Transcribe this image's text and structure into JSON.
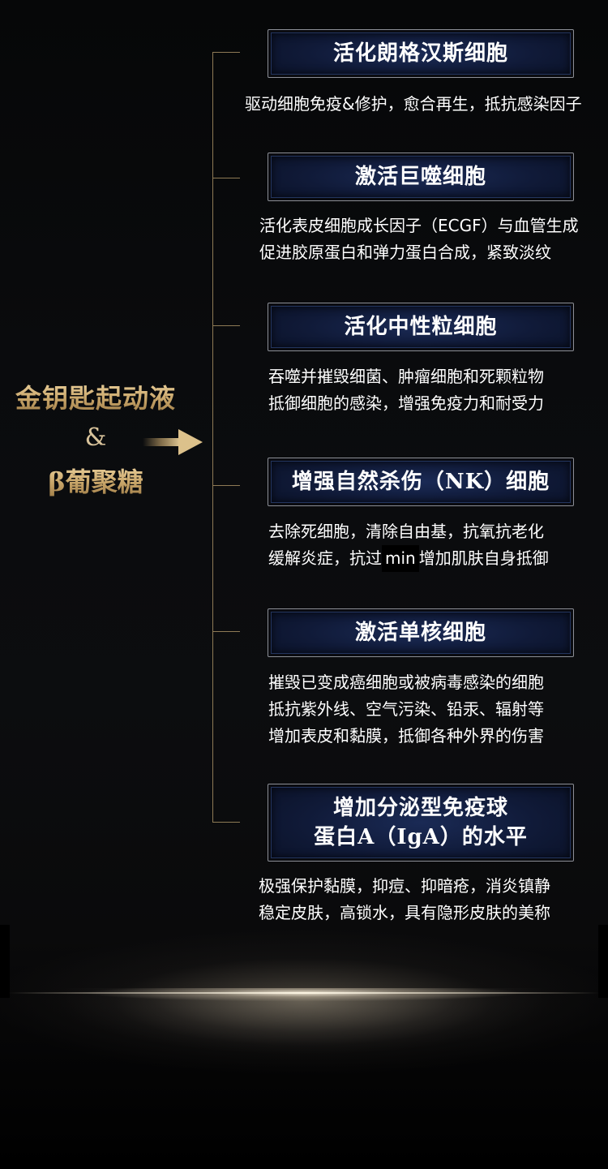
{
  "left_title": {
    "line1": "金钥匙起动液",
    "amp": "&",
    "line3": "β葡聚糖"
  },
  "items": [
    {
      "title": "活化朗格汉斯细胞",
      "lines": [
        "驱动细胞免疫&修护，愈合再生，抵抗感染因子"
      ]
    },
    {
      "title": "激活巨噬细胞",
      "lines": [
        "活化表皮细胞成长因子（ECGF）与血管生成",
        "促进胶原蛋白和弹力蛋白合成，紧致淡纹"
      ]
    },
    {
      "title": "活化中性粒细胞",
      "lines": [
        "吞噬并摧毁细菌、肿瘤细胞和死颗粒物",
        "抵御细胞的感染，增强免疫力和耐受力"
      ]
    },
    {
      "title": "增强自然杀伤（NK）细胞",
      "lines": [
        "去除死细胞，清除自由基，抗氧抗老化"
      ],
      "line2_before": "缓解炎症，抗过",
      "line2_mark": "min",
      "line2_after": "增加肌肤自身抵御"
    },
    {
      "title": "激活单核细胞",
      "lines": [
        "摧毁已变成癌细胞或被病毒感染的细胞",
        "抵抗紫外线、空气污染、铅汞、辐射等",
        "增加表皮和黏膜，抵御各种外界的伤害"
      ]
    },
    {
      "title_line1": "增加分泌型免疫球",
      "title_line2": "蛋白A（IgA）的水平",
      "lines": [
        "极强保护黏膜，抑痘、抑暗疮，消炎镇静",
        "稳定皮肤，高锁水，具有隐形皮肤的美称"
      ]
    }
  ]
}
